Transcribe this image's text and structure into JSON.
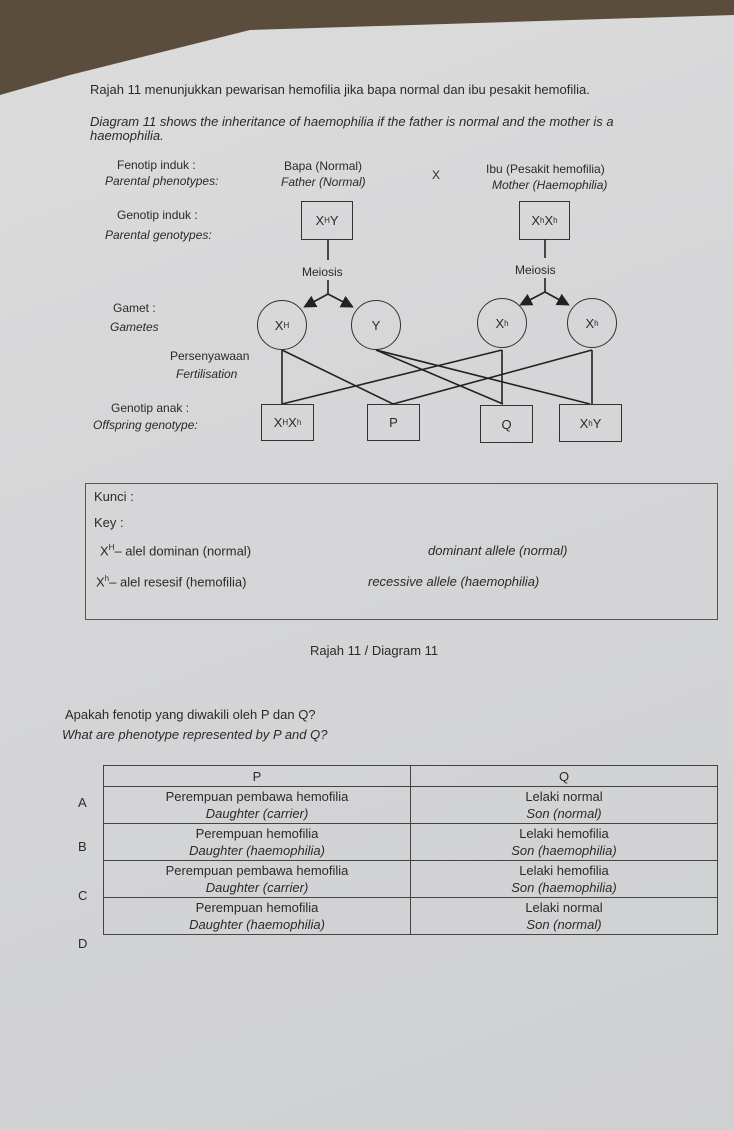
{
  "intro": {
    "malay": "Rajah 11 menunjukkan pewarisan  hemofilia jika bapa normal dan ibu pesakit hemofilia.",
    "english": "Diagram 11 shows the inheritance of haemophilia if the father is normal and the mother is a haemophilia."
  },
  "diagram": {
    "row_labels": {
      "parental_phenotypes_ms": "Fenotip induk :",
      "parental_phenotypes_en": "Parental phenotypes:",
      "parental_genotypes_ms": "Genotip induk :",
      "parental_genotypes_en": "Parental genotypes:",
      "gametes_ms": "Gamet :",
      "gametes_en": "Gametes",
      "fertilisation_ms": "Persenyawaan",
      "fertilisation_en": "Fertilisation",
      "offspring_ms": "Genotip anak :",
      "offspring_en": "Offspring genotype:"
    },
    "father_ms": "Bapa (Normal)",
    "father_en": "Father (Normal)",
    "cross": "X",
    "mother_ms": "Ibu (Pesakit hemofilia)",
    "mother_en": "Mother (Haemophilia)",
    "meiosis": "Meiosis",
    "father_genotype": {
      "base1": "X",
      "sup1": "H",
      "base2": "Y"
    },
    "mother_genotype": {
      "base1": "X",
      "sup1": "h",
      "base2": "X",
      "sup2": "h"
    },
    "gametes": [
      {
        "base": "X",
        "sup": "H"
      },
      {
        "base": "Y",
        "sup": ""
      },
      {
        "base": "X",
        "sup": "h"
      },
      {
        "base": "X",
        "sup": "h"
      }
    ],
    "offspring": {
      "o1": {
        "base1": "X",
        "sup1": "H",
        "base2": "X",
        "sup2": "h"
      },
      "o2": "P",
      "o3": "Q",
      "o4": {
        "base1": "X",
        "sup1": "h",
        "base2": "Y"
      }
    }
  },
  "key": {
    "title_ms": "Kunci :",
    "title_en": "Key :",
    "dominant": {
      "base": "X",
      "sup": "H",
      "ms": "– alel dominan (normal)",
      "en": "dominant allele (normal)"
    },
    "recessive": {
      "base": "X",
      "sup": "h",
      "ms": "– alel resesif (hemofilia)",
      "en": "recessive allele (haemophilia)"
    }
  },
  "caption": "Rajah 11 / Diagram 11",
  "question": {
    "malay": "Apakah fenotip yang diwakili oleh P dan Q?",
    "english": "What are phenotype represented by P and Q?"
  },
  "table": {
    "headers": [
      "P",
      "Q"
    ],
    "rows": [
      {
        "letter": "A",
        "p_ms": "Perempuan pembawa hemofilia",
        "p_en": "Daughter (carrier)",
        "q_ms": "Lelaki normal",
        "q_en": "Son (normal)"
      },
      {
        "letter": "B",
        "p_ms": "Perempuan hemofilia",
        "p_en": "Daughter (haemophilia)",
        "q_ms": "Lelaki hemofilia",
        "q_en": "Son (haemophilia)"
      },
      {
        "letter": "C",
        "p_ms": "Perempuan pembawa hemofilia",
        "p_en": "Daughter (carrier)",
        "q_ms": "Lelaki hemofilia",
        "q_en": "Son (haemophilia)"
      },
      {
        "letter": "D",
        "p_ms": "Perempuan hemofilia",
        "p_en": "Daughter (haemophilia)",
        "q_ms": "Lelaki normal",
        "q_en": "Son (normal)"
      }
    ]
  }
}
